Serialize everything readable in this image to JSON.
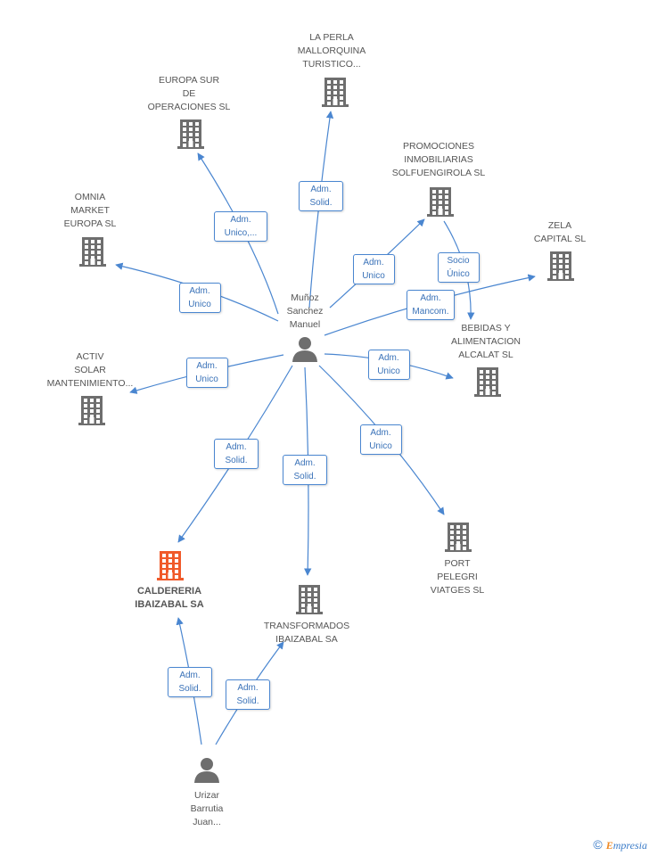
{
  "colors": {
    "edge": "#4a86d0",
    "building": "#6e6e6e",
    "highlight": "#f05a2a",
    "person": "#6e6e6e"
  },
  "nodes": [
    {
      "id": "munoz",
      "kind": "person-icon",
      "label": "Muñoz\nSanchez\nManuel"
    },
    {
      "id": "urizar",
      "kind": "person-icon",
      "label": "Urizar\nBarrutia\nJuan..."
    },
    {
      "id": "laperla",
      "kind": "building-icon",
      "label": "LA PERLA\nMALLORQUINA\nTURISTICO..."
    },
    {
      "id": "europasur",
      "kind": "building-icon",
      "label": "EUROPA SUR\nDE\nOPERACIONES SL"
    },
    {
      "id": "promociones",
      "kind": "building-icon",
      "label": "PROMOCIONES\nINMOBILIARIAS\nSOLFUENGIROLA SL"
    },
    {
      "id": "omnia",
      "kind": "building-icon",
      "label": "OMNIA\nMARKET\nEUROPA SL"
    },
    {
      "id": "zela",
      "kind": "building-icon",
      "label": "ZELA\nCAPITAL SL"
    },
    {
      "id": "bebidas",
      "kind": "building-icon",
      "label": "BEBIDAS Y\nALIMENTACION\nALCALAT SL"
    },
    {
      "id": "activ",
      "kind": "building-icon",
      "label": "ACTIV\nSOLAR\nMANTENIMIENTO..."
    },
    {
      "id": "caldereria",
      "kind": "building-icon",
      "label": "CALDERERIA\nIBAIZABAL SA",
      "highlight": true
    },
    {
      "id": "transformados",
      "kind": "building-icon",
      "label": "TRANSFORMADOS\nIBAIZABAL SA"
    },
    {
      "id": "port",
      "kind": "building-icon",
      "label": "PORT\nPELEGRI\nVIATGES SL"
    }
  ],
  "edges": [
    {
      "from": "munoz",
      "to": "laperla",
      "label": "Adm.\nSolid."
    },
    {
      "from": "munoz",
      "to": "europasur",
      "label": "Adm.\nUnico,..."
    },
    {
      "from": "munoz",
      "to": "promociones",
      "label": "Adm.\nUnico"
    },
    {
      "from": "promociones",
      "to": "bebidas",
      "label": "Socio\nÚnico"
    },
    {
      "from": "munoz",
      "to": "omnia",
      "label": "Adm.\nUnico"
    },
    {
      "from": "munoz",
      "to": "zela",
      "label": "Adm.\nMancom."
    },
    {
      "from": "munoz",
      "to": "bebidas",
      "label": "Adm.\nUnico"
    },
    {
      "from": "munoz",
      "to": "activ",
      "label": "Adm.\nUnico"
    },
    {
      "from": "munoz",
      "to": "caldereria",
      "label": "Adm.\nSolid."
    },
    {
      "from": "munoz",
      "to": "transformados",
      "label": "Adm.\nSolid."
    },
    {
      "from": "munoz",
      "to": "port",
      "label": "Adm.\nUnico"
    },
    {
      "from": "urizar",
      "to": "caldereria",
      "label": "Adm.\nSolid."
    },
    {
      "from": "urizar",
      "to": "transformados",
      "label": "Adm.\nSolid."
    }
  ],
  "footer": {
    "copyright_symbol": "©",
    "brand_initial": "E",
    "brand_rest": "mpresia"
  }
}
